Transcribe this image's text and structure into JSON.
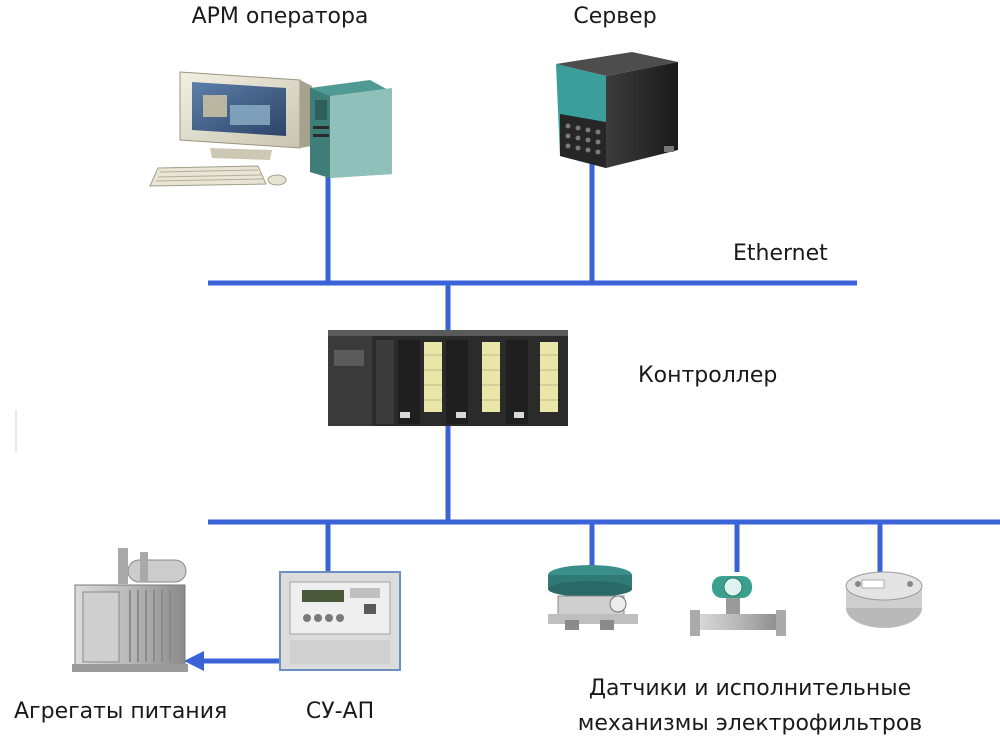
{
  "labels": {
    "operator_workstation": "АРМ оператора",
    "server": "Сервер",
    "ethernet": "Ethernet",
    "controller": "Контроллер",
    "power_units": "Агрегаты питания",
    "su_ap": "СУ-АП",
    "sensors_line1": "Датчики и исполнительные",
    "sensors_line2": "механизмы электрофильтров"
  },
  "colors": {
    "network_line": "#3a63d8",
    "arrow": "#3a63d8",
    "text": "#1a1a1a",
    "server_accent": "#3a9e9a",
    "pc_accent": "#4f9a93",
    "controller_body": "#2b2b2b",
    "module_yellow": "#e9e6a8",
    "valve_teal": "#3a8f8a"
  },
  "icons": [
    "workstation-pc-icon",
    "server-tower-icon",
    "plc-controller-icon",
    "power-transformer-icon",
    "control-unit-icon",
    "valve-actuator-icon",
    "flowmeter-icon",
    "temperature-transmitter-icon"
  ]
}
